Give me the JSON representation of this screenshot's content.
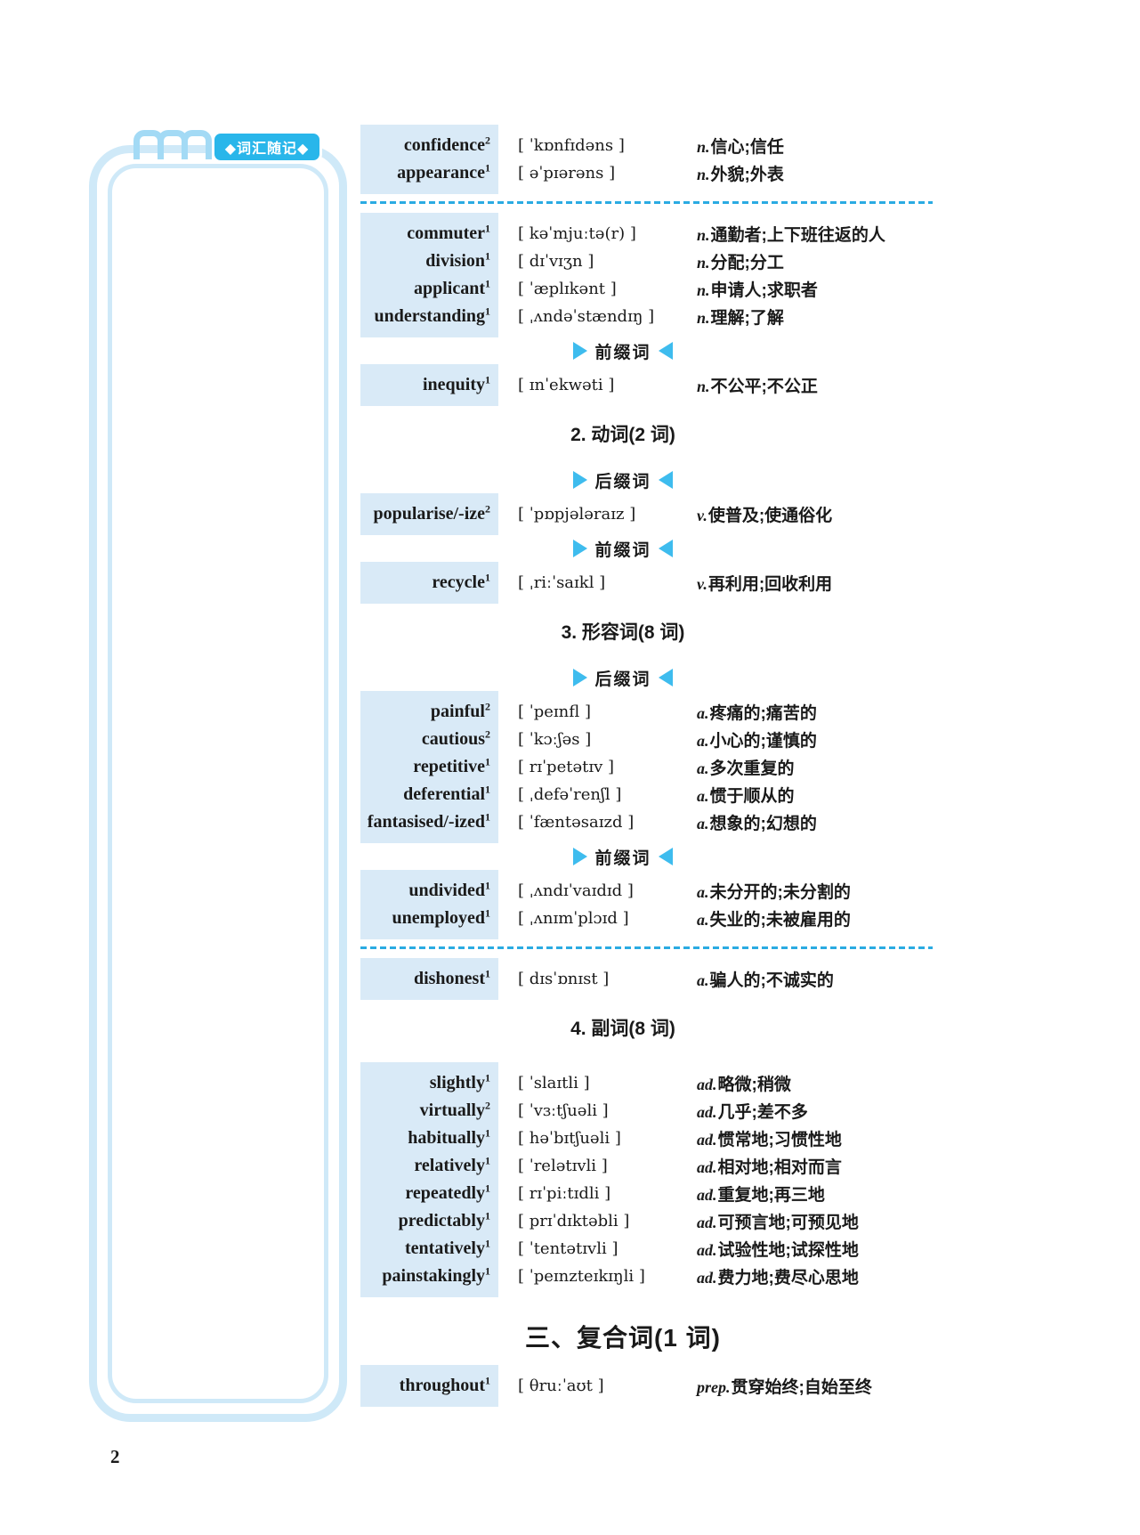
{
  "page": {
    "number": "2",
    "tab_label": "◆词汇随记◆"
  },
  "colors": {
    "accent": "#29b6ea",
    "frame_border": "#cfe9f8",
    "ring": "#a3daf5",
    "word_highlight": "#d9eaf7",
    "divider": "#2aabe2",
    "triangle": "#3ebcee",
    "text": "#1a1a1a"
  },
  "sections": [
    {
      "type": "words",
      "entries": [
        {
          "word": "confidence",
          "sup": "2",
          "ipa": "[ ˈkɒnfɪdəns ]",
          "pos": "n.",
          "def": "信心;信任"
        },
        {
          "word": "appearance",
          "sup": "1",
          "ipa": "[ əˈpɪərəns ]",
          "pos": "n.",
          "def": "外貌;外表"
        }
      ]
    },
    {
      "type": "divider"
    },
    {
      "type": "words",
      "entries": [
        {
          "word": "commuter",
          "sup": "1",
          "ipa": "[ kəˈmjuːtə(r) ]",
          "pos": "n.",
          "def": "通勤者;上下班往返的人"
        },
        {
          "word": "division",
          "sup": "1",
          "ipa": "[ dɪˈvɪʒn ]",
          "pos": "n.",
          "def": "分配;分工"
        },
        {
          "word": "applicant",
          "sup": "1",
          "ipa": "[ ˈæplɪkənt ]",
          "pos": "n.",
          "def": "申请人;求职者"
        },
        {
          "word": "understanding",
          "sup": "1",
          "ipa": "[ ˌʌndəˈstændɪŋ ]",
          "pos": "n.",
          "def": "理解;了解"
        }
      ]
    },
    {
      "type": "affix",
      "label": "前缀词"
    },
    {
      "type": "words",
      "entries": [
        {
          "word": "inequity",
          "sup": "1",
          "ipa": "[ ɪnˈekwəti ]",
          "pos": "n.",
          "def": "不公平;不公正"
        }
      ]
    },
    {
      "type": "heading",
      "text": "2. 动词(2 词)"
    },
    {
      "type": "affix",
      "label": "后缀词"
    },
    {
      "type": "words",
      "entries": [
        {
          "word": "popularise/-ize",
          "sup": "2",
          "ipa": "[ ˈpɒpjələraɪz ]",
          "pos": "v.",
          "def": "使普及;使通俗化"
        }
      ]
    },
    {
      "type": "affix",
      "label": "前缀词"
    },
    {
      "type": "words",
      "entries": [
        {
          "word": "recycle",
          "sup": "1",
          "ipa": "[ ˌriːˈsaɪkl ]",
          "pos": "v.",
          "def": "再利用;回收利用"
        }
      ]
    },
    {
      "type": "heading",
      "text": "3. 形容词(8 词)"
    },
    {
      "type": "affix",
      "label": "后缀词"
    },
    {
      "type": "words",
      "entries": [
        {
          "word": "painful",
          "sup": "2",
          "ipa": "[ ˈpeɪnfl ]",
          "pos": "a.",
          "def": "疼痛的;痛苦的"
        },
        {
          "word": "cautious",
          "sup": "2",
          "ipa": "[ ˈkɔːʃəs ]",
          "pos": "a.",
          "def": "小心的;谨慎的"
        },
        {
          "word": "repetitive",
          "sup": "1",
          "ipa": "[ rɪˈpetətɪv ]",
          "pos": "a.",
          "def": "多次重复的"
        },
        {
          "word": "deferential",
          "sup": "1",
          "ipa": "[ ˌdefəˈrenʃl ]",
          "pos": "a.",
          "def": "惯于顺从的"
        },
        {
          "word": "fantasised/-ized",
          "sup": "1",
          "ipa": "[ ˈfæntəsaɪzd ]",
          "pos": "a.",
          "def": "想象的;幻想的"
        }
      ]
    },
    {
      "type": "affix",
      "label": "前缀词"
    },
    {
      "type": "words",
      "entries": [
        {
          "word": "undivided",
          "sup": "1",
          "ipa": "[ ˌʌndɪˈvaɪdɪd ]",
          "pos": "a.",
          "def": "未分开的;未分割的"
        },
        {
          "word": "unemployed",
          "sup": "1",
          "ipa": "[ ˌʌnɪmˈplɔɪd ]",
          "pos": "a.",
          "def": "失业的;未被雇用的"
        }
      ]
    },
    {
      "type": "divider"
    },
    {
      "type": "words",
      "entries": [
        {
          "word": "dishonest",
          "sup": "1",
          "ipa": "[ dɪsˈɒnɪst ]",
          "pos": "a.",
          "def": "骗人的;不诚实的"
        }
      ]
    },
    {
      "type": "heading",
      "text": "4. 副词(8 词)"
    },
    {
      "type": "words",
      "entries": [
        {
          "word": "slightly",
          "sup": "1",
          "ipa": "[ ˈslaɪtli ]",
          "pos": "ad.",
          "def": "略微;稍微"
        },
        {
          "word": "virtually",
          "sup": "2",
          "ipa": "[ ˈvɜːtʃuəli ]",
          "pos": "ad.",
          "def": "几乎;差不多"
        },
        {
          "word": "habitually",
          "sup": "1",
          "ipa": "[ həˈbɪtʃuəli ]",
          "pos": "ad.",
          "def": "惯常地;习惯性地"
        },
        {
          "word": "relatively",
          "sup": "1",
          "ipa": "[ ˈrelətɪvli ]",
          "pos": "ad.",
          "def": "相对地;相对而言"
        },
        {
          "word": "repeatedly",
          "sup": "1",
          "ipa": "[ rɪˈpiːtɪdli ]",
          "pos": "ad.",
          "def": "重复地;再三地"
        },
        {
          "word": "predictably",
          "sup": "1",
          "ipa": "[ prɪˈdɪktəbli ]",
          "pos": "ad.",
          "def": "可预言地;可预见地"
        },
        {
          "word": "tentatively",
          "sup": "1",
          "ipa": "[ ˈtentətɪvli ]",
          "pos": "ad.",
          "def": "试验性地;试探性地"
        },
        {
          "word": "painstakingly",
          "sup": "1",
          "ipa": "[ ˈpeɪnzteɪkɪŋli ]",
          "pos": "ad.",
          "def": "费力地;费尽心思地"
        }
      ]
    },
    {
      "type": "heading_large",
      "text": "三、复合词(1 词)"
    },
    {
      "type": "words",
      "entries": [
        {
          "word": "throughout",
          "sup": "1",
          "ipa": "[ θruːˈaʊt ]",
          "pos": "prep.",
          "def": "贯穿始终;自始至终"
        }
      ]
    }
  ]
}
